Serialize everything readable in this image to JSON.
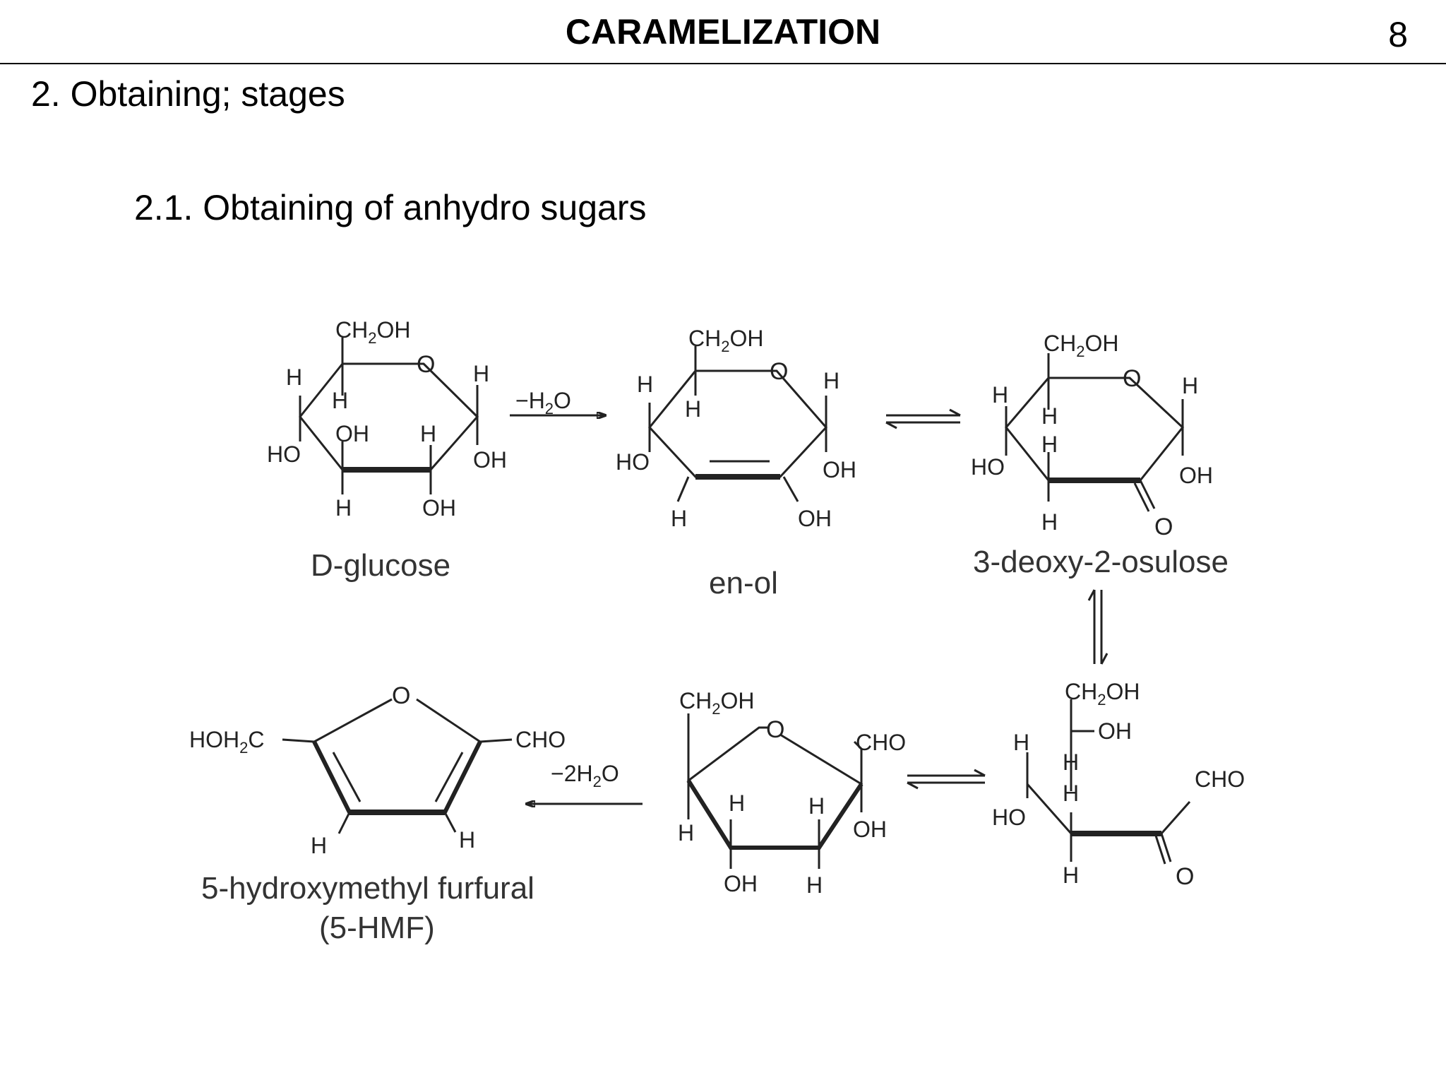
{
  "header": {
    "title": "CARAMELIZATION",
    "page_number": "8"
  },
  "section": {
    "heading": "2. Obtaining; stages",
    "subheading": "2.1. Obtaining of anhydro sugars"
  },
  "scheme": {
    "compounds": {
      "glucose": "D-glucose",
      "enol": "en-ol",
      "osulose": "3-deoxy-2-osulose",
      "hmf_line1": "5-hydroxymethyl furfural",
      "hmf_line2": "(5-HMF)"
    },
    "reagents": {
      "step1": "−H",
      "step1_sub": "2",
      "step1_end": "O",
      "last_prefix": "−2H",
      "last_sub": "2",
      "last_end": "O"
    },
    "atoms": {
      "O": "O",
      "H": "H",
      "OH": "OH",
      "HO": "HO",
      "CH": "CH",
      "two": "2",
      "CHO": "CHO",
      "HOH": "HOH",
      "C": "C"
    }
  }
}
